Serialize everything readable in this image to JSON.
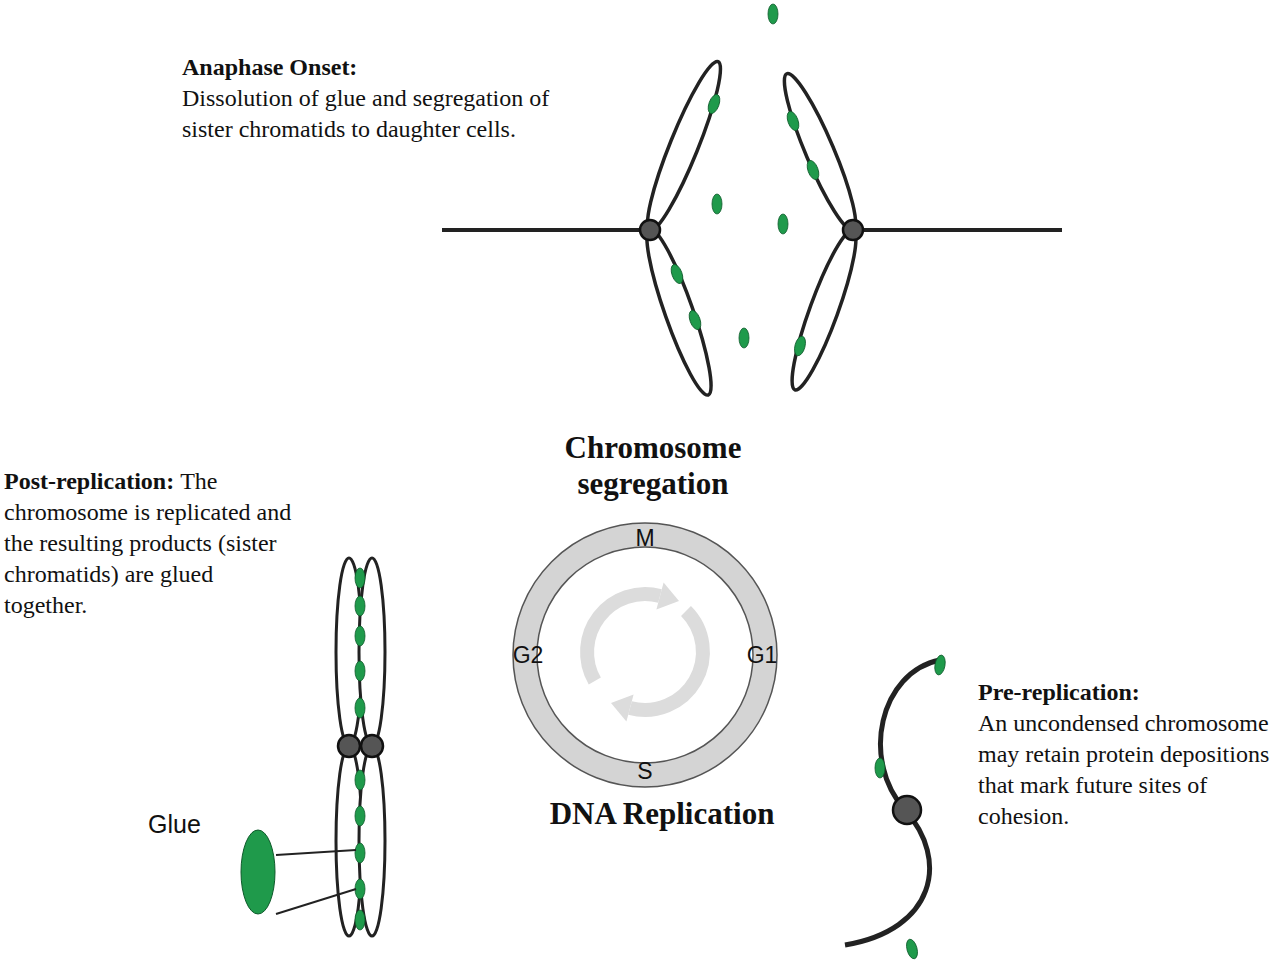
{
  "diagram": {
    "nodes": [
      {
        "text": [
          "M",
          "G2",
          "G1",
          "S"
        ]
      }
    ],
    "edges": [],
    "labels": [
      "Anaphase Onset:",
      "Dissolution of glue and segregation of sister chromatids to daughter cells.",
      "Chromosome segregation",
      "Post-replication:",
      "The chromosome is replicated and the resulting products (sister chromatids) are glued together.",
      "DNA Replication",
      "Pre-replication:",
      "An uncondensed chromosome may retain protein depositions that mark future sites of cohesion.",
      "Glue"
    ]
  }
}
